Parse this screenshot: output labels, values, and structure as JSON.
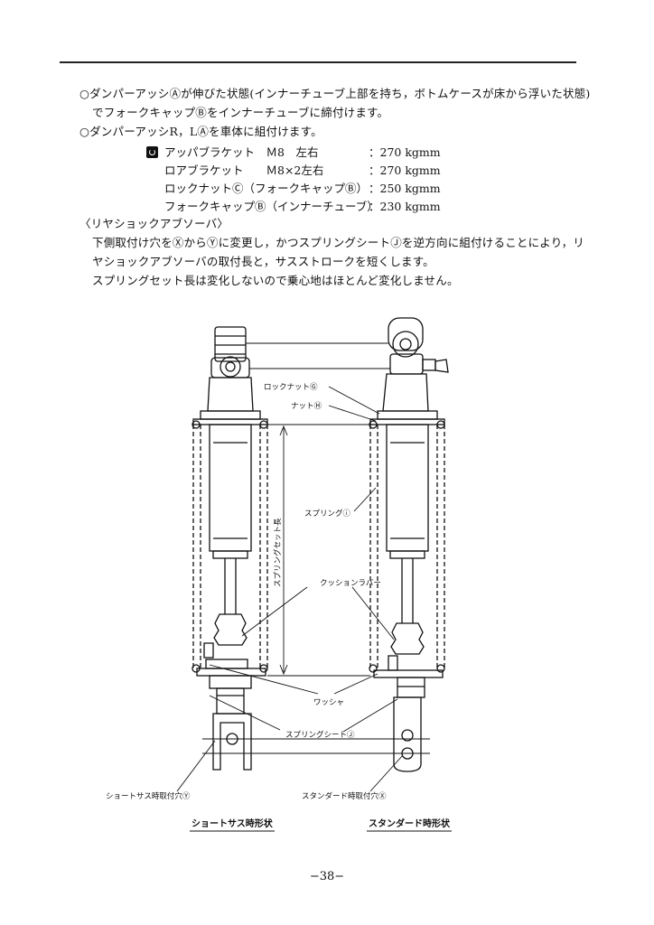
{
  "instructions": {
    "line1": "○ダンパーアッシⒶが伸びた状態(インナーチューブ上部を持ち，ボトムケースが床から浮いた状態)",
    "line2": "でフォークキャップⒷをインナーチューブに締付けます。",
    "line3": "○ダンパーアッシR，LⒶを車体に組付けます。"
  },
  "torque_table": [
    {
      "part": "アッパブラケット　Ｍ8　左右",
      "value": "：270 kgmm"
    },
    {
      "part": "ロアブラケット　　Ｍ8×2左右",
      "value": "：270 kgmm"
    },
    {
      "part": "ロックナットⒸ（フォークキャップⒷ）",
      "value": "：250 kgmm"
    },
    {
      "part": "フォークキャップⒷ（インナーチューブ）",
      "value": "：230 kgmm"
    }
  ],
  "torque_icon": "torque-wrench-icon",
  "rear_shock": {
    "heading": "〈リヤショックアブソーバ〉",
    "line1": "下側取付け穴をⓍからⓎに変更し，かつスプリングシートⒿを逆方向に組付けることにより，リ",
    "line2": "ヤショックアブソーバの取付長と，サスストロークを短くします。",
    "line3": "スプリングセット長は変化しないので乗心地はほとんど変化しません。"
  },
  "diagram": {
    "lock_nut": "ロックナットⒼ",
    "nut": "ナットⒽ",
    "spring": "スプリングⓘ",
    "spring_set_length": "スプリングセット長",
    "cushion_rubber": "クッションラバー",
    "washer": "ワッシャ",
    "spring_seat": "スプリングシートⒿ",
    "short_hole": "ショートサス時取付穴Ⓨ",
    "standard_hole": "スタンダード時取付穴Ⓧ",
    "caption_short": "ショートサス時形状",
    "caption_standard": "スタンダード時形状"
  },
  "page_number": "−38−"
}
